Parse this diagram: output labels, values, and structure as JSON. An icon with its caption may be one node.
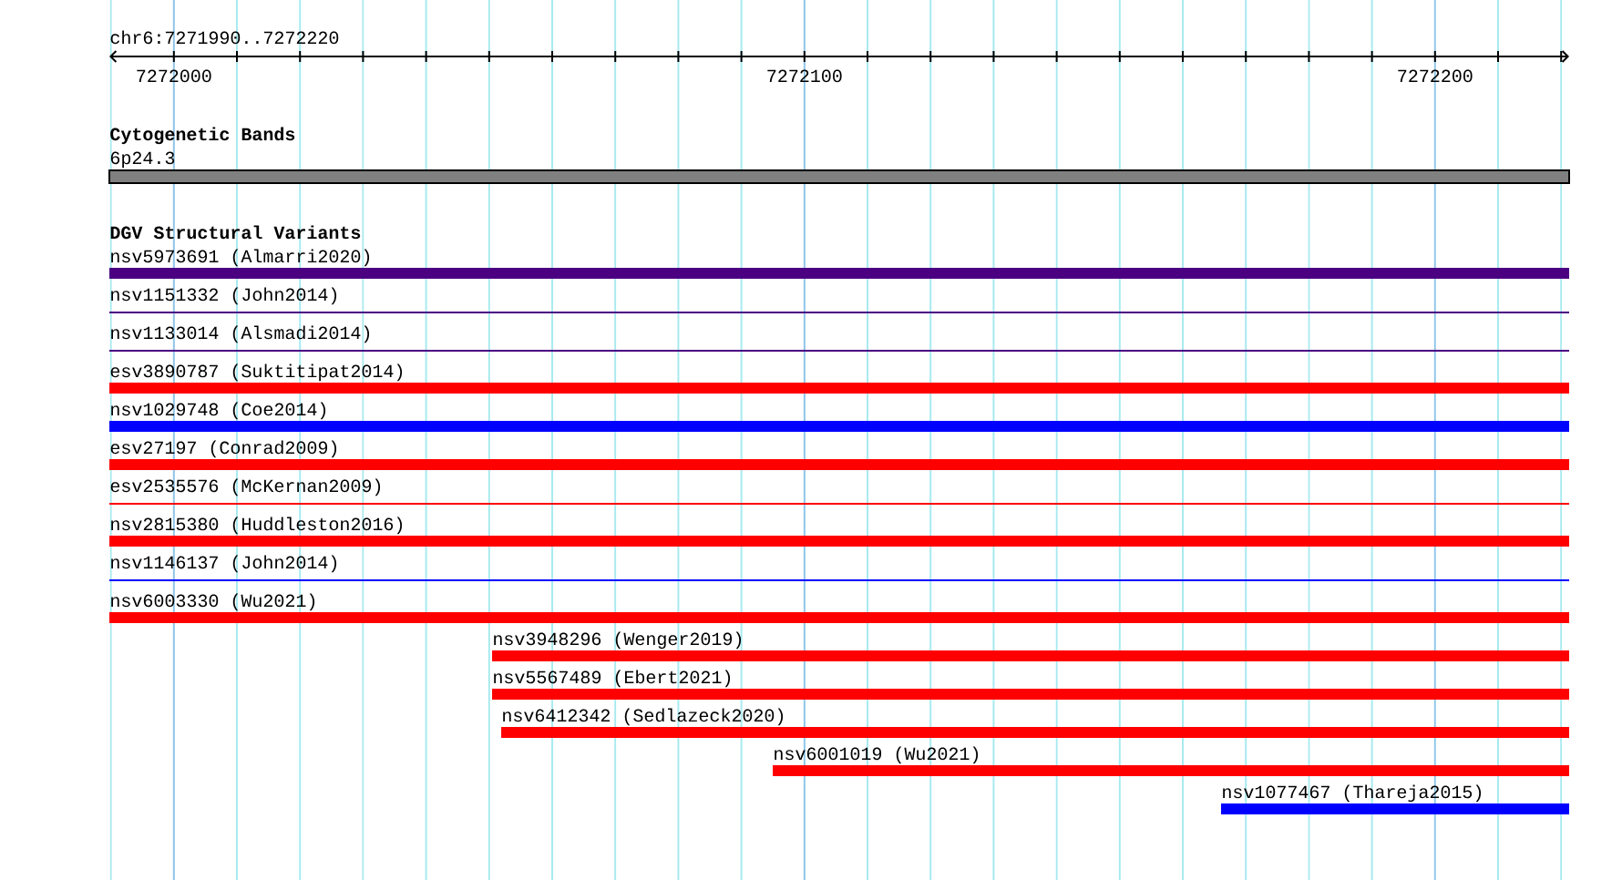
{
  "diagram": {
    "nodes": [
      {
        "text": [
          "6p24.3"
        ]
      },
      {
        "text": [
          "nsv5973691 (Almarri2020)"
        ]
      },
      {
        "text": [
          "nsv1151332 (John2014)"
        ]
      },
      {
        "text": [
          "nsv1133014 (Alsmadi2014)"
        ]
      },
      {
        "text": [
          "esv3890787 (Suktitipat2014)"
        ]
      },
      {
        "text": [
          "nsv1029748 (Coe2014)"
        ]
      },
      {
        "text": [
          "esv27197 (Conrad2009)"
        ]
      },
      {
        "text": [
          "esv2535576 (McKernan2009)"
        ]
      },
      {
        "text": [
          "nsv2815380 (Huddleston2016)"
        ]
      },
      {
        "text": [
          "nsv1146137 (John2014)"
        ]
      },
      {
        "text": [
          "nsv6003330 (Wu2021)"
        ]
      },
      {
        "text": [
          "nsv3948296 (Wenger2019)"
        ]
      },
      {
        "text": [
          "nsv5567489 (Ebert2021)"
        ]
      },
      {
        "text": [
          "nsv6412342 (Sedlazeck2020)"
        ]
      },
      {
        "text": [
          "nsv6001019 (Wu2021)"
        ]
      },
      {
        "text": [
          "nsv1077467 (Thareja2015)"
        ]
      }
    ],
    "edges": [],
    "labels": [
      "chr6:7271990..7272220",
      "7272000",
      "7272100",
      "7272200",
      "Cytogenetic Bands",
      "DGV Structural Variants"
    ]
  }
}
